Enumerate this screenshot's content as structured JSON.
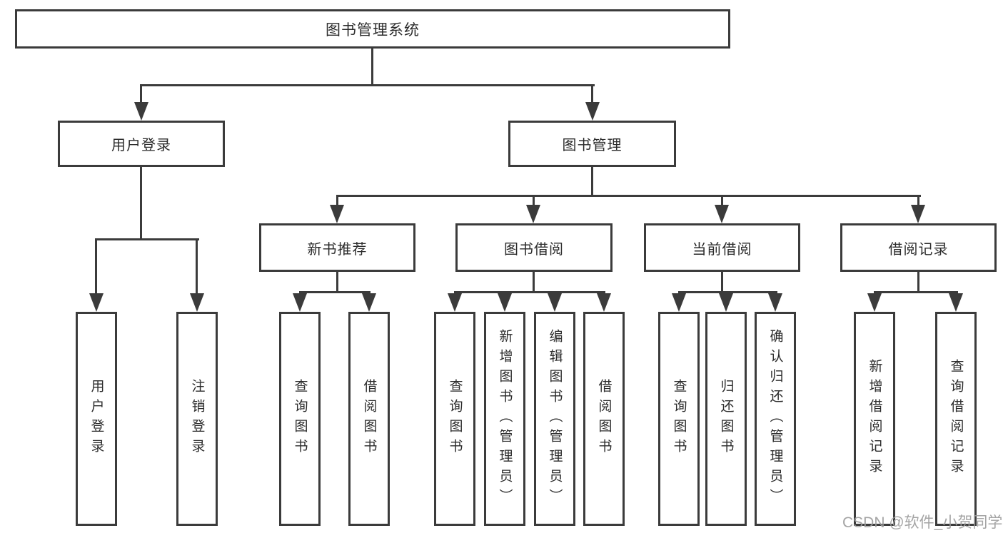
{
  "colors": {
    "background": "#ffffff",
    "line": "#3b3b3b",
    "box_fill": "#ffffff",
    "text": "#2b2b2b",
    "watermark": "#9d9d9d"
  },
  "diagram": {
    "type": "hierarchy-tree",
    "root": {
      "label": "图书管理系统"
    },
    "level2": [
      {
        "label": "用户登录",
        "children": [
          {
            "label": "用户登录"
          },
          {
            "label": "注销登录"
          }
        ]
      },
      {
        "label": "图书管理",
        "children": [
          {
            "label": "新书推荐",
            "children": [
              {
                "label": "查询图书"
              },
              {
                "label": "借阅图书"
              }
            ]
          },
          {
            "label": "图书借阅",
            "children": [
              {
                "label": "查询图书"
              },
              {
                "label": "新增图书（管理员）"
              },
              {
                "label": "编辑图书（管理员）"
              },
              {
                "label": "借阅图书"
              }
            ]
          },
          {
            "label": "当前借阅",
            "children": [
              {
                "label": "查询图书"
              },
              {
                "label": "归还图书"
              },
              {
                "label": "确认归还（管理员）"
              }
            ]
          },
          {
            "label": "借阅记录",
            "children": [
              {
                "label": "新增借阅记录"
              },
              {
                "label": "查询借阅记录"
              }
            ]
          }
        ]
      }
    ]
  },
  "watermark": {
    "text": "CSDN @软件_小贺同学"
  }
}
